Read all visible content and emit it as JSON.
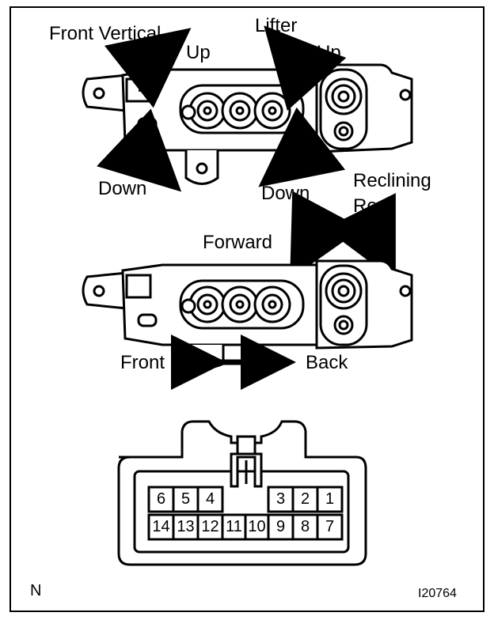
{
  "labels": {
    "front_vertical": "Front Vertical",
    "fv_up": "Up",
    "fv_down": "Down",
    "lifter": "Lifter",
    "lifter_up": "Up",
    "lifter_down": "Down",
    "reclining": "Reclining",
    "rear": "Rear",
    "forward": "Forward",
    "front": "Front",
    "back": "Back"
  },
  "connector": {
    "top_row_left": [
      "6",
      "5",
      "4"
    ],
    "top_row_right": [
      "3",
      "2",
      "1"
    ],
    "bottom_row": [
      "14",
      "13",
      "12",
      "11",
      "10",
      "9",
      "8",
      "7"
    ]
  },
  "corner": {
    "left": "N",
    "right": "I20764"
  }
}
